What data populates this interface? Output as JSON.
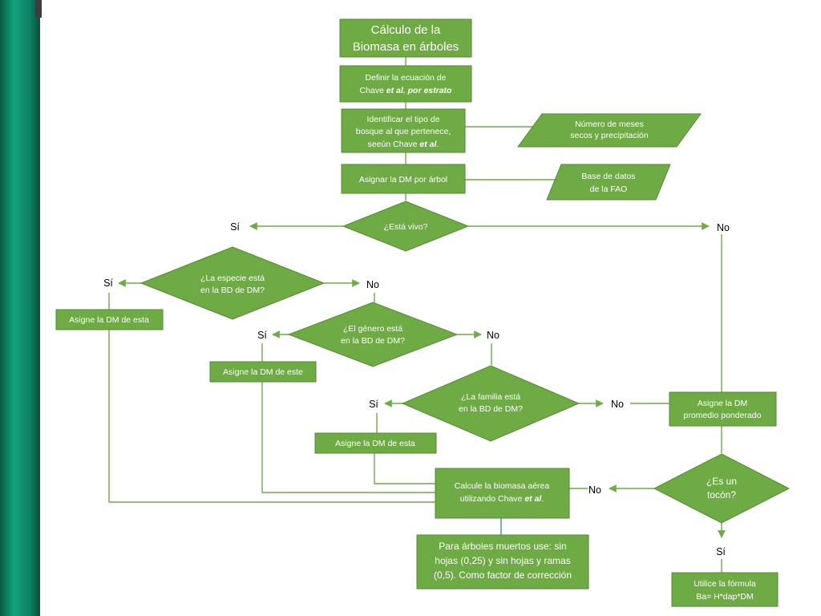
{
  "title": {
    "line1": "Cálculo de la",
    "line2": "Biomasa en árboles"
  },
  "define": {
    "line1": "Definir la ecuación de",
    "line2_pre": "Chave ",
    "line2_italic": "et al. por estrato"
  },
  "identify": {
    "line1": "Identificar el tipo de",
    "line2": "bosque al que pertenece,",
    "line3_pre": "seeún Chave ",
    "line3_italic": "et al",
    "line3_post": "."
  },
  "months": {
    "line1": "Número de meses",
    "line2": "secos y precipitación"
  },
  "assign_dm": {
    "label": "Asignar la DM por árbol"
  },
  "fao": {
    "line1": "Base de datos",
    "line2": "de la FAO"
  },
  "alive": {
    "label": "¿Está vivo?"
  },
  "species": {
    "line1": "¿La especie está",
    "line2": "en la BD de DM?"
  },
  "genus": {
    "line1": "¿El género está",
    "line2": "en la BD de DM?"
  },
  "family": {
    "line1": "¿La familia está",
    "line2": "en la BD de DM?"
  },
  "assign_species": {
    "label": "Asigne la DM de esta"
  },
  "assign_genus": {
    "label": "Asigne la DM de este"
  },
  "assign_family": {
    "label": "Asigne la DM de esta"
  },
  "assign_weighted": {
    "line1": "Asigne la DM",
    "line2": "promedio ponderado"
  },
  "stump": {
    "line1": "¿Es un",
    "line2": "tocón?"
  },
  "calc": {
    "line1": "Calcule la biomasa  aérea",
    "line2_pre": "utilizando Chave ",
    "line2_italic": "et al",
    "line2_post": "."
  },
  "dead": {
    "line1": "Para árboles muertos use: sin",
    "line2": "hojas (0,25) y sin hojas y ramas",
    "line3": "(0,5). Como factor de corrección"
  },
  "formula": {
    "line1": "Utilice la fórmula",
    "line2": "Ba= H*dap*DM"
  },
  "labels": {
    "alive_yes": "Sí",
    "alive_no": "No",
    "species_yes": "Sí",
    "species_no": "No",
    "genus_yes": "Sí",
    "genus_no": "No",
    "family_yes": "Sí",
    "family_no": "No",
    "stump_no": "No",
    "stump_yes": "Sí"
  },
  "colors": {
    "box": "#6eab45",
    "line": "#6eab45",
    "connector_blue": "#4a86c5",
    "sidebar": "#13a37e"
  }
}
